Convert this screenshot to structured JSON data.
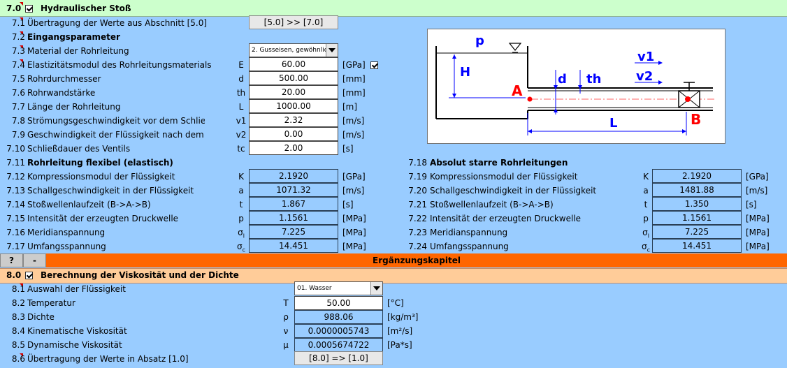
{
  "sec7": {
    "num": "7.0",
    "title": "Hydraulischer Stoß",
    "r71": {
      "num": "7.1",
      "label": "Übertragung der Werte aus Abschnitt [5.0]",
      "button": "[5.0] >> [7.0]"
    },
    "r72": {
      "num": "7.2",
      "label": "Eingangsparameter"
    },
    "r73": {
      "num": "7.3",
      "label": "Material der Rohrleitung",
      "value": "2. Gusseisen, gewöhnlic"
    },
    "r74": {
      "num": "7.4",
      "label": "Elastizitätsmodul des Rohrleitungsmaterials",
      "sym": "E",
      "value": "60.00",
      "unit": "[GPa]"
    },
    "r75": {
      "num": "7.5",
      "label": "Rohrdurchmesser",
      "sym": "d",
      "value": "500.00",
      "unit": "[mm]"
    },
    "r76": {
      "num": "7.6",
      "label": "Rohrwandstärke",
      "sym": "th",
      "value": "20.00",
      "unit": "[mm]"
    },
    "r77": {
      "num": "7.7",
      "label": "Länge der Rohrleitung",
      "sym": "L",
      "value": "1000.00",
      "unit": "[m]"
    },
    "r78": {
      "num": "7.8",
      "label": "Strömungsgeschwindigkeit vor dem Schließe",
      "sym": "v1",
      "value": "2.32",
      "unit": "[m/s]"
    },
    "r79": {
      "num": "7.9",
      "label": "Geschwindigkeit der Flüssigkeit nach dem Sp",
      "sym": "v2",
      "value": "0.00",
      "unit": "[m/s]"
    },
    "r710": {
      "num": "7.10",
      "label": "Schließdauer des Ventils",
      "sym": "tc",
      "value": "2.00",
      "unit": "[s]"
    },
    "flex": {
      "num": "7.11",
      "title": "Rohrleitung flexibel (elastisch)",
      "rows": [
        {
          "num": "7.12",
          "label": "Kompressionsmodul der Flüssigkeit",
          "sym": "K",
          "value": "2.1920",
          "unit": "[GPa]"
        },
        {
          "num": "7.13",
          "label": "Schallgeschwindigkeit in der Flüssigkeit",
          "sym": "a",
          "value": "1071.32",
          "unit": "[m/s]"
        },
        {
          "num": "7.14",
          "label": "Stoßwellenlaufzeit (B->A->B)",
          "sym": "t",
          "value": "1.867",
          "unit": "[s]"
        },
        {
          "num": "7.15",
          "label": "Intensität der erzeugten Druckwelle",
          "sym": "p",
          "value": "1.1561",
          "unit": "[MPa]"
        },
        {
          "num": "7.16",
          "label": "Meridianspannung",
          "sym": "σ",
          "sub": "l",
          "value": "7.225",
          "unit": "[MPa]"
        },
        {
          "num": "7.17",
          "label": "Umfangsspannung",
          "sym": "σ",
          "sub": "c",
          "value": "14.451",
          "unit": "[MPa]"
        }
      ]
    },
    "rigid": {
      "num": "7.18",
      "title": "Absolut starre Rohrleitungen",
      "rows": [
        {
          "num": "7.19",
          "label": "Kompressionsmodul der Flüssigkeit",
          "sym": "K",
          "value": "2.1920",
          "unit": "[GPa]"
        },
        {
          "num": "7.20",
          "label": "Schallgeschwindigkeit in der Flüssigkeit",
          "sym": "a",
          "value": "1481.88",
          "unit": "[m/s]"
        },
        {
          "num": "7.21",
          "label": "Stoßwellenlaufzeit (B->A->B)",
          "sym": "t",
          "value": "1.350",
          "unit": "[s]"
        },
        {
          "num": "7.22",
          "label": "Intensität der erzeugten Druckwelle",
          "sym": "p",
          "value": "1.1561",
          "unit": "[MPa]"
        },
        {
          "num": "7.23",
          "label": "Meridianspannung",
          "sym": "σ",
          "sub": "l",
          "value": "7.225",
          "unit": "[MPa]"
        },
        {
          "num": "7.24",
          "label": "Umfangsspannung",
          "sym": "σ",
          "sub": "c",
          "value": "14.451",
          "unit": "[MPa]"
        }
      ]
    }
  },
  "diagram": {
    "p": "p",
    "H": "H",
    "A": "A",
    "B": "B",
    "d": "d",
    "th": "th",
    "v1": "v1",
    "v2": "v2",
    "L": "L"
  },
  "bar": {
    "help": "?",
    "collapse": "-",
    "title": "Ergänzungskapitel"
  },
  "sec8": {
    "num": "8.0",
    "title": "Berechnung der Viskosität und der Dichte",
    "r81": {
      "num": "8.1",
      "label": "Auswahl der Flüssigkeit",
      "value": "01. Wasser"
    },
    "r82": {
      "num": "8.2",
      "label": "Temperatur",
      "sym": "T",
      "value": "50.00",
      "unit": "[°C]"
    },
    "r83": {
      "num": "8.3",
      "label": "Dichte",
      "sym": "ρ",
      "value": "988.06",
      "unit": "[kg/m³]"
    },
    "r84": {
      "num": "8.4",
      "label": "Kinematische Viskosität",
      "sym": "ν",
      "value": "0.0000005743",
      "unit": "[m²/s]"
    },
    "r85": {
      "num": "8.5",
      "label": "Dynamische Viskosität",
      "sym": "μ",
      "value": "0.0005674722",
      "unit": "[Pa*s]"
    },
    "r86": {
      "num": "8.6",
      "label": "Übertragung der Werte in Absatz [1.0]",
      "button": "[8.0] => [1.0]"
    }
  },
  "colors": {
    "background": "#99CCFF",
    "header_green": "#CCFFCC",
    "header_peach": "#FFCC99",
    "bar_orange": "#FF6600",
    "diagram_red": "#FF0000",
    "diagram_blue": "#0000FF"
  }
}
